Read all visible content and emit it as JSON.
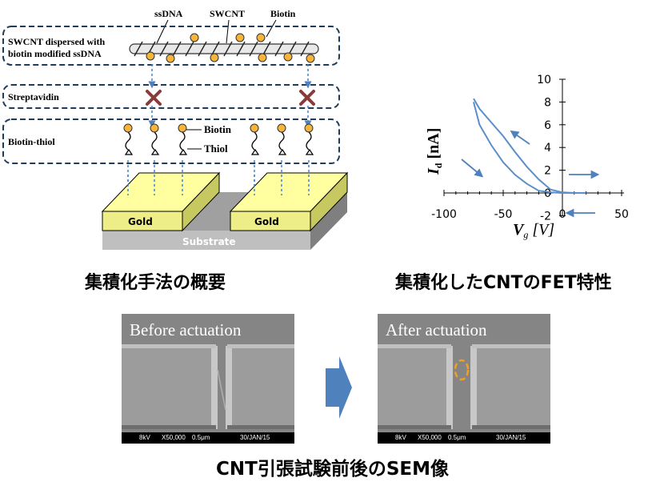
{
  "schematic": {
    "top_labels": {
      "ssdna": "ssDNA",
      "swcnt": "SWCNT",
      "biotin": "Biotin"
    },
    "box1_label_line1": "SWCNT dispersed with",
    "box1_label_line2": "biotin modified ssDNA",
    "box2_label": "Streptavidin",
    "box3_label": "Biotin-thiol",
    "box3_biotin": "Biotin",
    "box3_thiol": "Thiol",
    "gold_left": "Gold",
    "gold_right": "Gold",
    "substrate": "Substrate",
    "colors": {
      "box_border": "#1f3c5a",
      "arrow": "#4f81bd",
      "gold_top": "#ffffa0",
      "biotin_ball": "#f6b43a",
      "cross": "#8b3a3a"
    }
  },
  "chart_data": {
    "type": "line",
    "title": "",
    "xlabel": "Vg [V]",
    "ylabel": "Id [nA]",
    "xlim": [
      -100,
      50
    ],
    "ylim": [
      -2,
      10
    ],
    "x_ticks": [
      "-100",
      "-50",
      "0",
      "50"
    ],
    "y_ticks": [
      "-2",
      "0",
      "2",
      "4",
      "6",
      "8",
      "10"
    ],
    "series": [
      {
        "x": [
          -75,
          -70,
          -60,
          -50,
          -40,
          -30,
          -20,
          -10,
          0,
          10,
          20
        ],
        "y": [
          8.3,
          7.4,
          6.2,
          5.0,
          3.6,
          2.3,
          1.2,
          0.3,
          0.05,
          0.0,
          0.0
        ]
      },
      {
        "x": [
          20,
          10,
          0,
          -10,
          -20,
          -30,
          -40,
          -50,
          -60,
          -70,
          -75
        ],
        "y": [
          0.0,
          0.0,
          0.0,
          0.05,
          0.2,
          0.8,
          1.6,
          2.7,
          4.2,
          6.0,
          8.0
        ]
      }
    ],
    "line_color": "#5b8fc9"
  },
  "captions": {
    "left": "集積化手法の概要",
    "right": "集積化したCNTのFET特性",
    "bottom": "CNT引張試験前後のSEM像"
  },
  "sem": {
    "before": {
      "label": "Before actuation",
      "kv": "8kV",
      "mag": "X50,000",
      "scale": "0.5μm",
      "date": "30/JAN/15"
    },
    "after": {
      "label": "After actuation",
      "kv": "8kV",
      "mag": "X50,000",
      "scale": "0.5μm",
      "date": "30/JAN/15"
    },
    "arrow_color": "#4f81bd",
    "circle_color": "#f0a020"
  }
}
